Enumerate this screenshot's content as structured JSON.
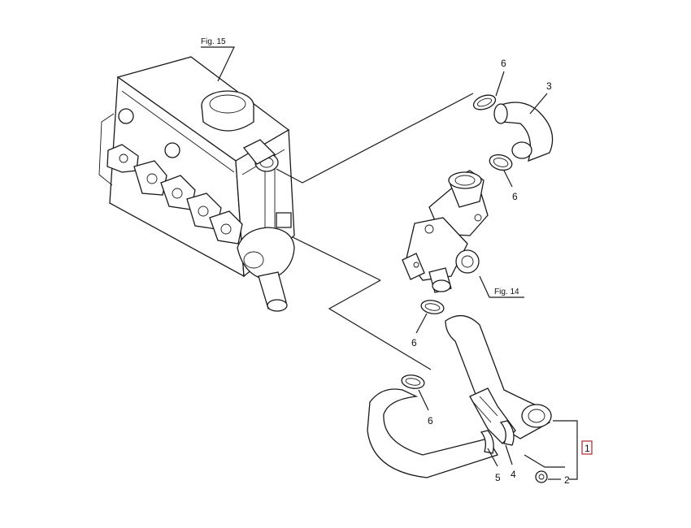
{
  "figure_refs": {
    "engine": "Fig. 15",
    "thermostat": "Fig. 14"
  },
  "callouts": {
    "clamp_top_left": "6",
    "hose_upper": "3",
    "clamp_top_right": "6",
    "clamp_mid": "6",
    "clamp_lower": "6",
    "hose_lower_5": "5",
    "band_4": "4",
    "bolt_2": "2",
    "assembly_1": "1"
  },
  "colors": {
    "line": "#1a1a1a",
    "assembly_box": "#b3262c"
  }
}
